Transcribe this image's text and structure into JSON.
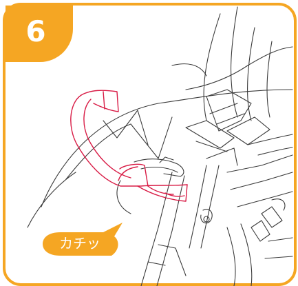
{
  "step": {
    "number": "6"
  },
  "callout": {
    "text": "カチッ"
  },
  "colors": {
    "accent": "#F5A623",
    "handle_outline": "#D81B45",
    "line_art": "#3A3A3A",
    "background": "#FFFFFF"
  },
  "icons": {
    "illustration": "stroller-handle-latch-illustration"
  }
}
